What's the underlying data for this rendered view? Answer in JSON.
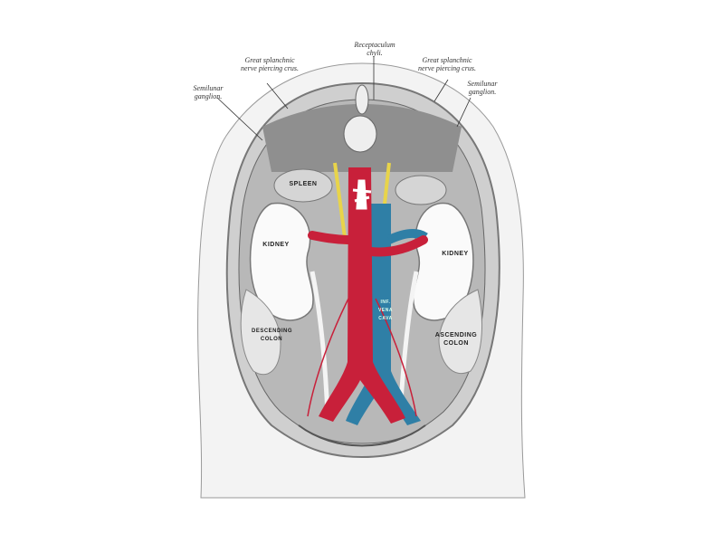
{
  "labels": {
    "semilunar_left": "Semilunar ganglion.",
    "splanchnic_left": "Great splanchnic nerve piercing crus.",
    "receptaculum": "Receptaculum chyli.",
    "splanchnic_right": "Great splanchnic nerve piercing crus.",
    "semilunar_right": "Semilunar ganglion."
  },
  "organs": {
    "spleen": "SPLEEN",
    "kidney_left": "KIDNEY",
    "kidney_right": "KIDNEY",
    "descending_colon": "DESCENDING COLON",
    "ascending_colon": "ASCENDING COLON",
    "vena_cava": "INF. VENA CAVA"
  },
  "colors": {
    "artery": "#c8203a",
    "vein": "#2f7fa6",
    "nerve": "#e8d44a"
  }
}
